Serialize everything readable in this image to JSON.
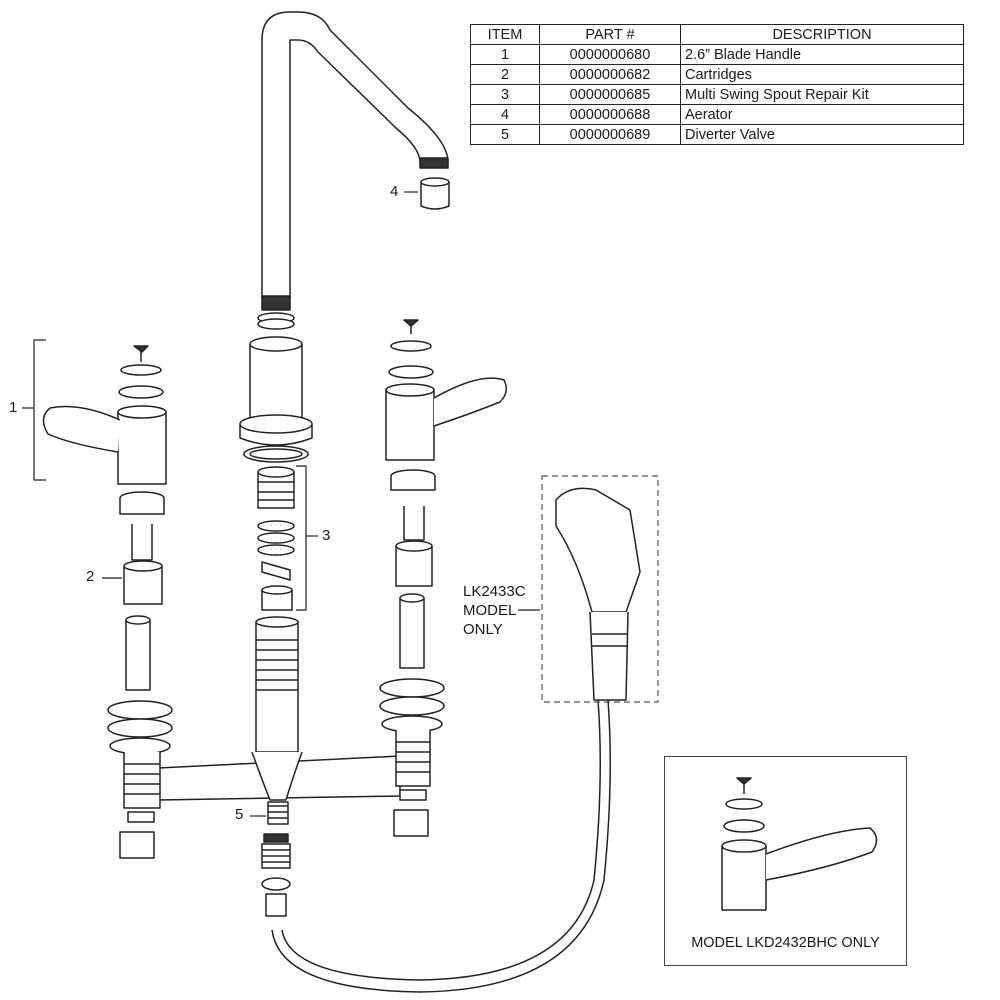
{
  "parts_table": {
    "headers": [
      "ITEM",
      "PART #",
      "DESCRIPTION"
    ],
    "rows": [
      {
        "item": "1",
        "part": "0000000680",
        "description": "2.6” Blade Handle"
      },
      {
        "item": "2",
        "part": "0000000682",
        "description": "Cartridges"
      },
      {
        "item": "3",
        "part": "0000000685",
        "description": "Multi Swing Spout Repair Kit"
      },
      {
        "item": "4",
        "part": "0000000688",
        "description": "Aerator"
      },
      {
        "item": "5",
        "part": "0000000689",
        "description": "Diverter Valve"
      }
    ]
  },
  "callouts": {
    "item1": "1",
    "item2": "2",
    "item3": "3",
    "item4": "4",
    "item5": "5"
  },
  "sprayer_note": [
    "LK2433C",
    "MODEL",
    "ONLY"
  ],
  "inset_label": "MODEL LKD2432BHC ONLY",
  "colors": {
    "line": "#222222",
    "dark": "#333333",
    "light": "#f4f4f4"
  }
}
